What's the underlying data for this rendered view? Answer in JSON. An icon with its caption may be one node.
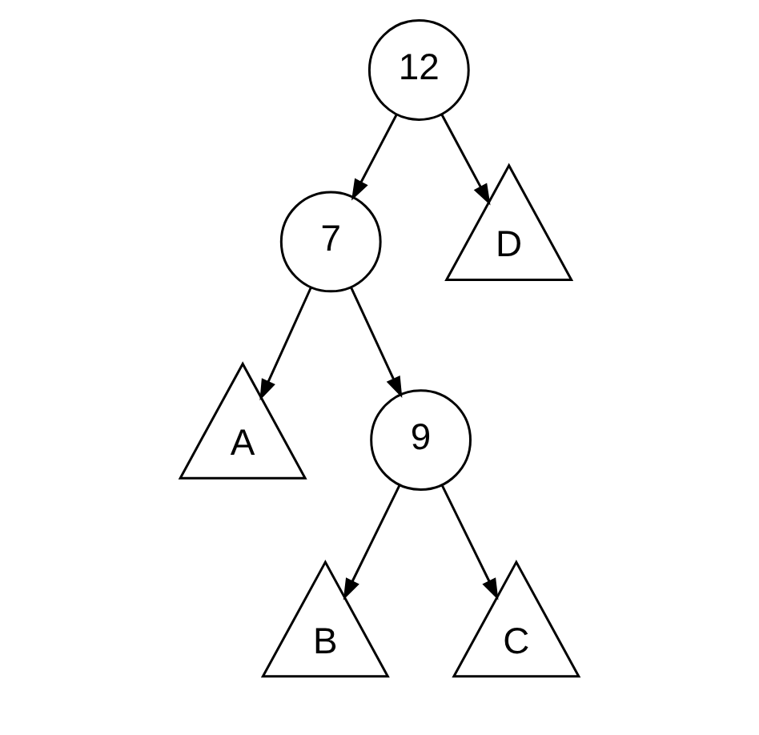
{
  "diagram": {
    "nodes": [
      {
        "text": [
          "12"
        ]
      },
      {
        "text": [
          "7"
        ]
      },
      {
        "text": [
          "D"
        ]
      },
      {
        "text": [
          "A"
        ]
      },
      {
        "text": [
          "9"
        ]
      },
      {
        "text": [
          "B"
        ]
      },
      {
        "text": [
          "C"
        ]
      }
    ],
    "edges": [
      {
        "from": 0,
        "to": 1,
        "arrow": "to"
      },
      {
        "from": 0,
        "to": 2,
        "arrow": "to"
      },
      {
        "from": 1,
        "to": 3,
        "arrow": "to"
      },
      {
        "from": 1,
        "to": 4,
        "arrow": "to"
      },
      {
        "from": 4,
        "to": 5,
        "arrow": "to"
      },
      {
        "from": 4,
        "to": 6,
        "arrow": "to"
      }
    ]
  }
}
